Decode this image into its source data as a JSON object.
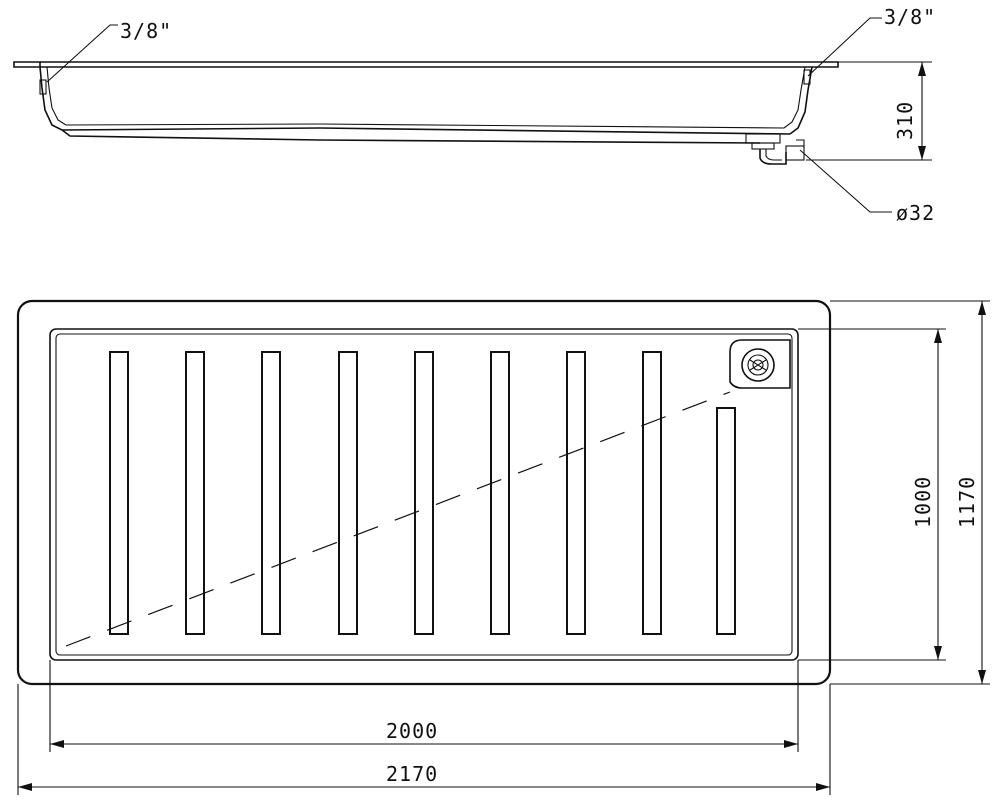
{
  "drawing": {
    "side_view": {
      "connection_left_label": "3/8\"",
      "connection_right_label": "3/8\"",
      "height_dimension": "310",
      "drain_diameter_label": "ø32"
    },
    "plan_view": {
      "inner_width_dimension": "2000",
      "outer_width_dimension": "2170",
      "inner_depth_dimension": "1000",
      "outer_depth_dimension": "1170",
      "slot_count": 9
    }
  }
}
